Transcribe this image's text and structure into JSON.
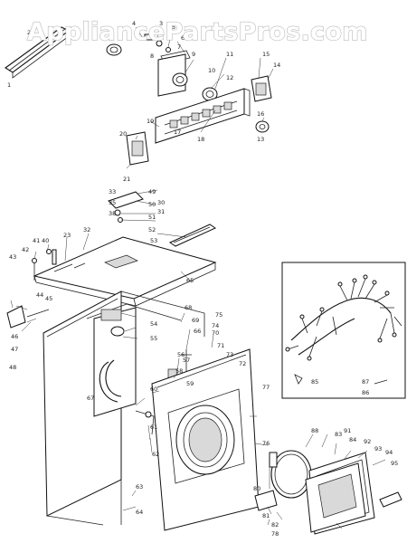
{
  "watermark": "AppliancePartsPros.com",
  "labels": [
    "1",
    "2",
    "3",
    "4",
    "5",
    "6",
    "7",
    "8",
    "9",
    "10",
    "11",
    "12",
    "13",
    "14",
    "15",
    "16",
    "17",
    "18",
    "19",
    "20",
    "21",
    "23",
    "30",
    "31",
    "32",
    "33",
    "35",
    "38",
    "40",
    "41",
    "42",
    "43",
    "44",
    "45",
    "46",
    "47",
    "48",
    "49",
    "50",
    "51",
    "52",
    "53",
    "54",
    "55",
    "56",
    "57",
    "58",
    "59",
    "60",
    "61",
    "62",
    "63",
    "64",
    "65",
    "66",
    "67",
    "68",
    "69",
    "70",
    "71",
    "72",
    "73",
    "74",
    "75",
    "76",
    "77",
    "78",
    "80",
    "81",
    "82",
    "83",
    "84",
    "85",
    "86",
    "87",
    "88",
    "91",
    "92",
    "93",
    "94",
    "95"
  ]
}
